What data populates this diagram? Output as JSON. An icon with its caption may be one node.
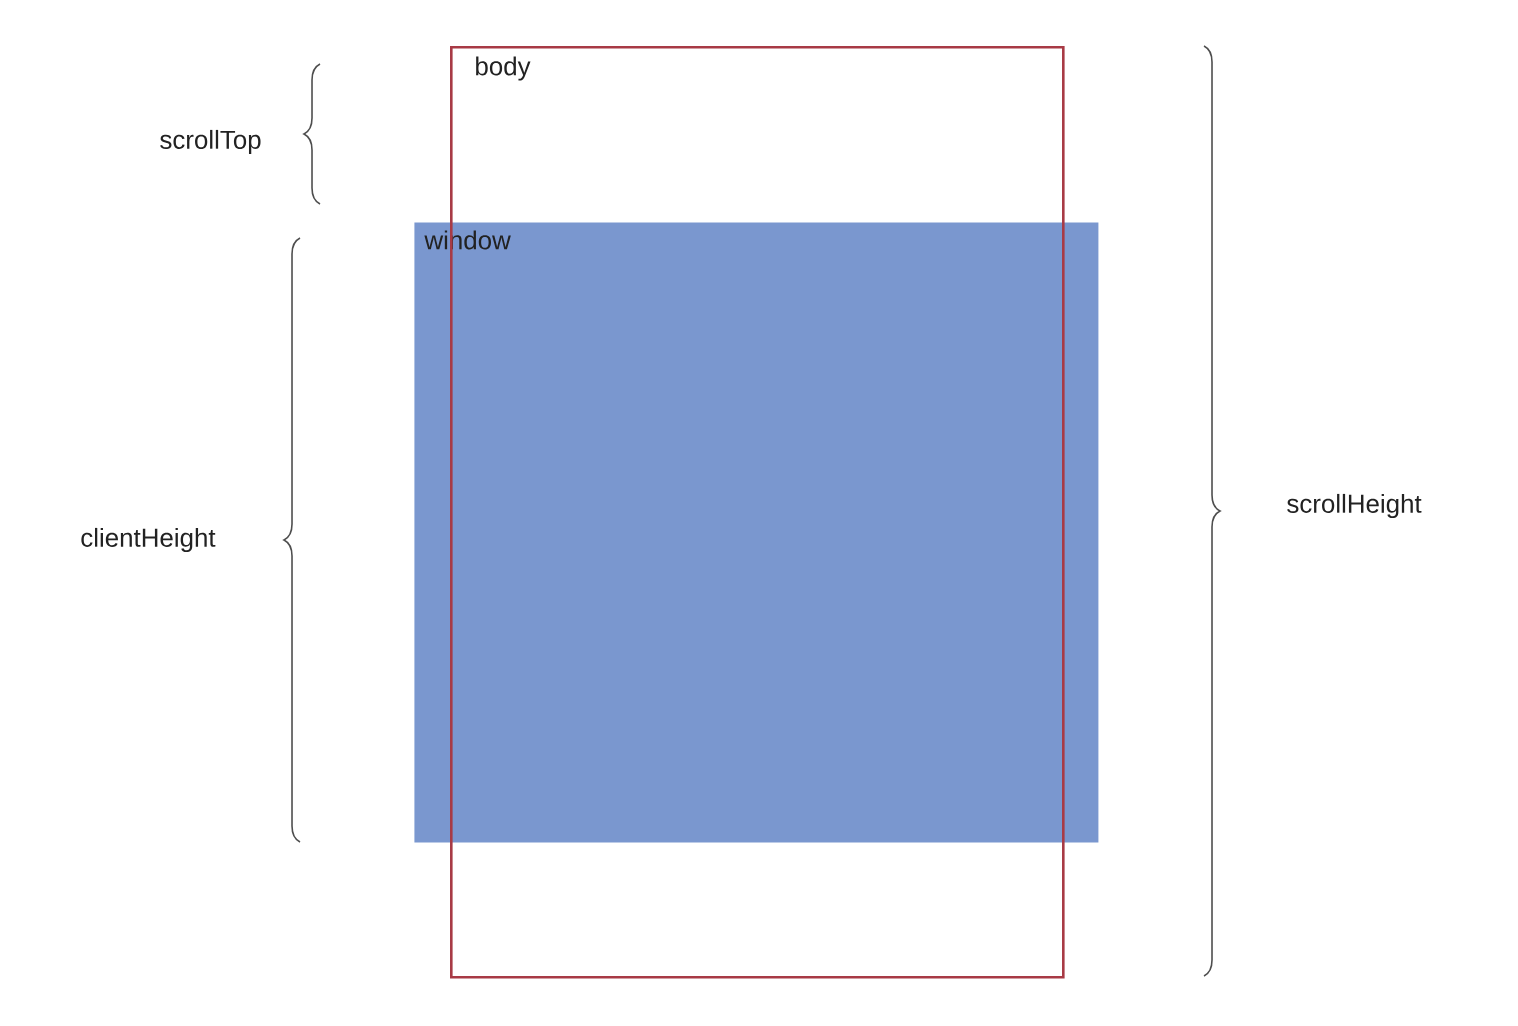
{
  "diagram": {
    "nodes": [
      {
        "text": [
          "body"
        ]
      },
      {
        "text": [
          "window"
        ]
      }
    ],
    "edges": [],
    "labels": [
      "scrollTop",
      "clientHeight",
      "scrollHeight"
    ]
  }
}
